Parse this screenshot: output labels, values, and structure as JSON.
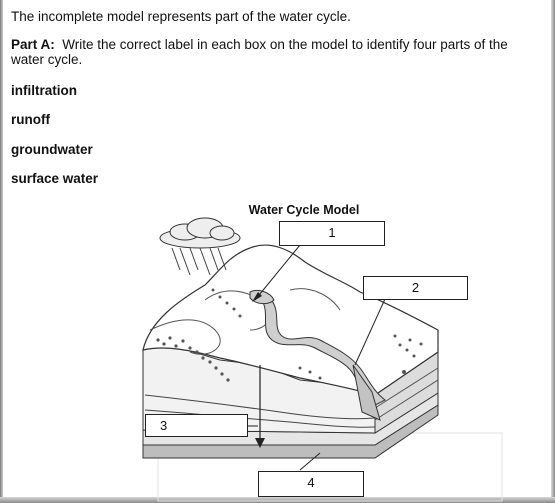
{
  "question": {
    "intro": "The incomplete model represents part of the water cycle.",
    "part_label": "Part A:",
    "part_text": "Write the correct label in each box on the model to identify four parts of the water cycle."
  },
  "options": [
    {
      "label": "infiltration"
    },
    {
      "label": "runoff"
    },
    {
      "label": "groundwater"
    },
    {
      "label": "surface water"
    }
  ],
  "diagram": {
    "title": "Water Cycle Model",
    "boxes": [
      {
        "number": "1"
      },
      {
        "number": "2"
      },
      {
        "number": "3"
      },
      {
        "number": "4"
      }
    ]
  }
}
